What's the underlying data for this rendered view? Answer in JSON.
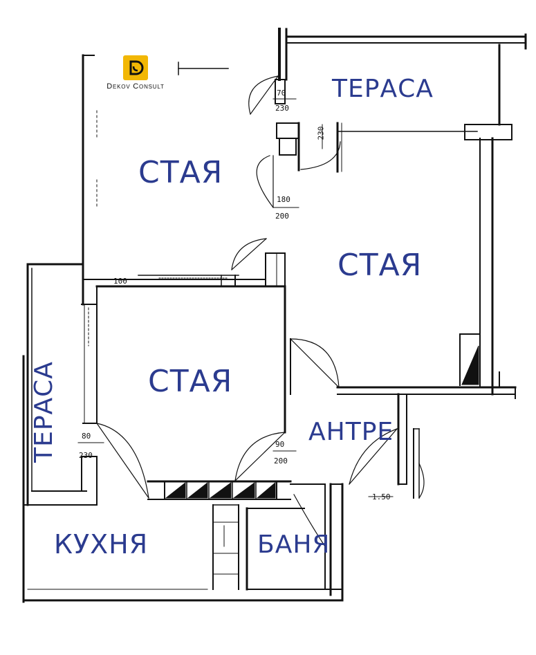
{
  "brand": {
    "name": "Dekov Consult"
  },
  "rooms": {
    "terrace_top": "ТЕРАСА",
    "room_top_left": "СТАЯ",
    "room_right": "СТАЯ",
    "room_middle": "СТАЯ",
    "terrace_left": "ТЕРАСА",
    "entrance": "АНТРЕ",
    "kitchen": "КУХНЯ",
    "bathroom": "БАНЯ"
  },
  "dimensions": {
    "door_top_1": "70",
    "door_top_2": "230",
    "door_side": "230",
    "door_mid_1": "180",
    "door_mid_2": "200",
    "wall_100": "100",
    "door_left_1": "80",
    "door_left_2": "230",
    "door_entry_1": "90",
    "door_entry_2": "200",
    "small_right": "1.50"
  }
}
